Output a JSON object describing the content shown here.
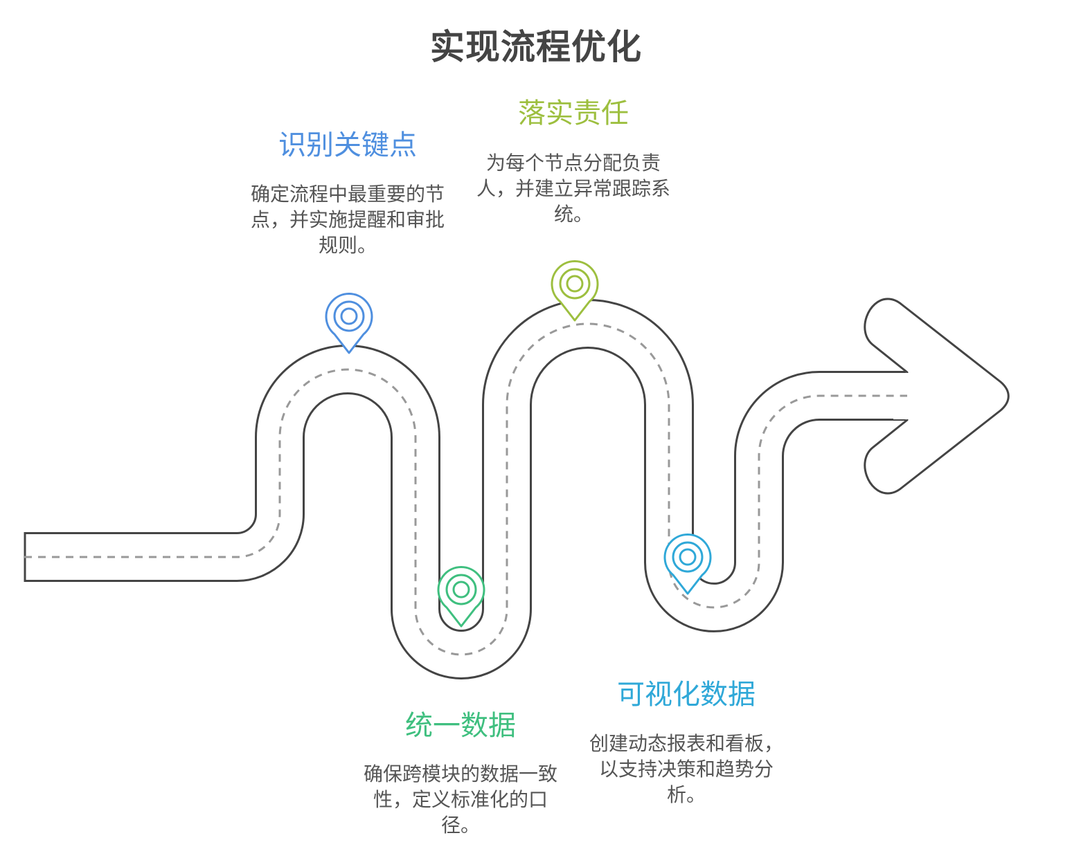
{
  "title": "实现流程优化",
  "colors": {
    "road_outline": "#444444",
    "center_line": "#999999",
    "step1": "#4f8fdf",
    "step2": "#3fbf7f",
    "step3": "#9dbf3f",
    "step4": "#2fa8d8"
  },
  "steps": [
    {
      "title": "识别关键点",
      "description": "确定流程中最重要的节点，并实施提醒和审批规则。",
      "color": "#4f8fdf",
      "icon": "location-pin-icon"
    },
    {
      "title": "统一数据",
      "description": "确保跨模块的数据一致性，定义标准化的口径。",
      "color": "#3fbf7f",
      "icon": "location-pin-icon"
    },
    {
      "title": "落实责任",
      "description": "为每个节点分配负责人，并建立异常跟踪系统。",
      "color": "#9dbf3f",
      "icon": "location-pin-icon"
    },
    {
      "title": "可视化数据",
      "description": "创建动态报表和看板，以支持决策和趋势分析。",
      "color": "#2fa8d8",
      "icon": "location-pin-icon"
    }
  ]
}
